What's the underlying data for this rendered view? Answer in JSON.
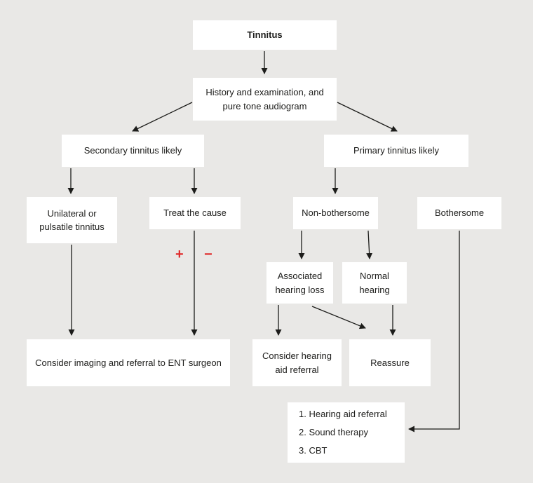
{
  "title": "Tinnitus management flowchart",
  "colors": {
    "background": "#e9e8e6",
    "box": "#ffffff",
    "text": "#1d1d1b",
    "arrow": "#1d1d1b",
    "accent_red": "#e02a2a"
  },
  "nodes": {
    "tinnitus": {
      "label": "Tinnitus"
    },
    "history": {
      "label": "History and examination, and\npure tone audiogram"
    },
    "secondary": {
      "label": "Secondary tinnitus likely"
    },
    "primary": {
      "label": "Primary tinnitus likely"
    },
    "unilateral": {
      "label": "Unilateral or\npulsatile tinnitus"
    },
    "treat_cause": {
      "label": "Treat the cause"
    },
    "non_bothersome": {
      "label": "Non-bothersome"
    },
    "bothersome": {
      "label": "Bothersome"
    },
    "assoc_hearing_loss": {
      "label": "Associated\nhearing loss"
    },
    "normal_hearing": {
      "label": "Normal\nhearing"
    },
    "consider_imaging": {
      "label": "Consider imaging and referral to ENT surgeon"
    },
    "hearing_aid_referral": {
      "label": "Consider hearing\naid referral"
    },
    "reassure": {
      "label": "Reassure"
    }
  },
  "annotations": {
    "plus": "+",
    "minus": "−"
  },
  "management_list": {
    "items": [
      "1.  Hearing aid referral",
      "2.  Sound therapy",
      "3.  CBT"
    ]
  }
}
